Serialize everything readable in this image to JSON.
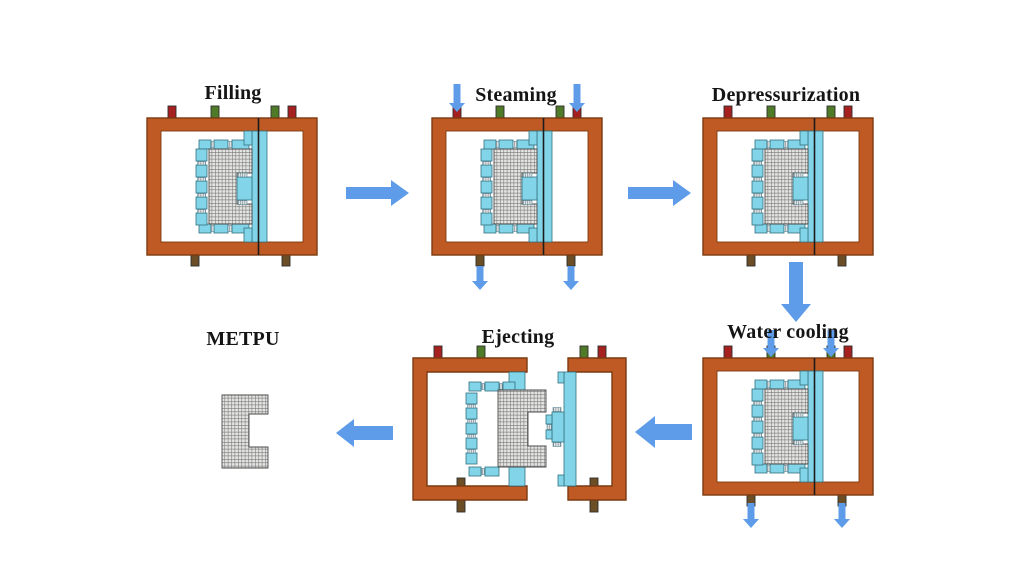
{
  "stages": {
    "filling": {
      "label": "Filling"
    },
    "steaming": {
      "label": "Steaming"
    },
    "depressurization": {
      "label": "Depressurization"
    },
    "water_cooling": {
      "label": "Water cooling"
    },
    "ejecting": {
      "label": "Ejecting"
    },
    "metpu": {
      "label": "METPU"
    }
  },
  "flow_sequence": [
    "Filling",
    "Steaming",
    "Depressurization",
    "Water cooling",
    "Ejecting",
    "METPU"
  ],
  "icons": {
    "flow_arrow": "thick blue block arrow",
    "steam_flow_arrow": "small blue down arrow",
    "water_flow_arrow": "small blue down arrow"
  },
  "colors": {
    "frame_orange": "#c05a24",
    "frame_stroke": "#7c3a10",
    "pin_red": "#a6201f",
    "pin_green": "#4f7a27",
    "pin_brown": "#6b4e26",
    "pin_stroke": "#2e2e2e",
    "insert_cyan": "#82d4e8",
    "insert_stroke": "#33707f",
    "part_bg": "#e4e4e2",
    "part_grid": "#767676",
    "part_stroke": "#4a4a4a",
    "arrow_blue": "#5e9ce9",
    "parting_line": "#1c1c1c",
    "title_color": "#151515"
  }
}
